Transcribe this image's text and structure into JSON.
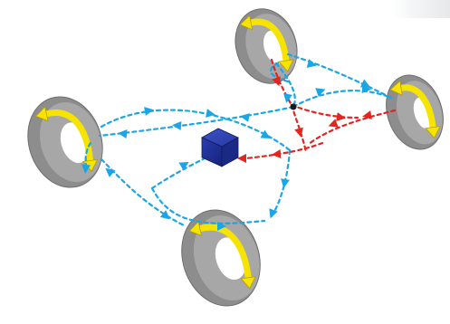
{
  "diagram": {
    "colors": {
      "background": "#ffffff",
      "tire_tread": "#8d8d8d",
      "tire_sidewall": "#a7a7a7",
      "tire_outline": "#6f6f6f",
      "rotation_arrow": "#f6e400",
      "rotation_arrow_outline": "#b39e00",
      "flow_primary": "#1aa6e4",
      "flow_secondary": "#e3241f",
      "hub": "#1e2f9c",
      "junction": "#1a1a1a",
      "corner_shade": "#e6e8ea"
    },
    "wheels": [
      {
        "id": "front-left",
        "icon": "tire-icon"
      },
      {
        "id": "front-right",
        "icon": "tire-icon"
      },
      {
        "id": "rear-left",
        "icon": "tire-icon"
      },
      {
        "id": "rear-right",
        "icon": "tire-icon"
      }
    ],
    "hub_icon": "cube-icon",
    "junction_icon": "dot-icon"
  }
}
